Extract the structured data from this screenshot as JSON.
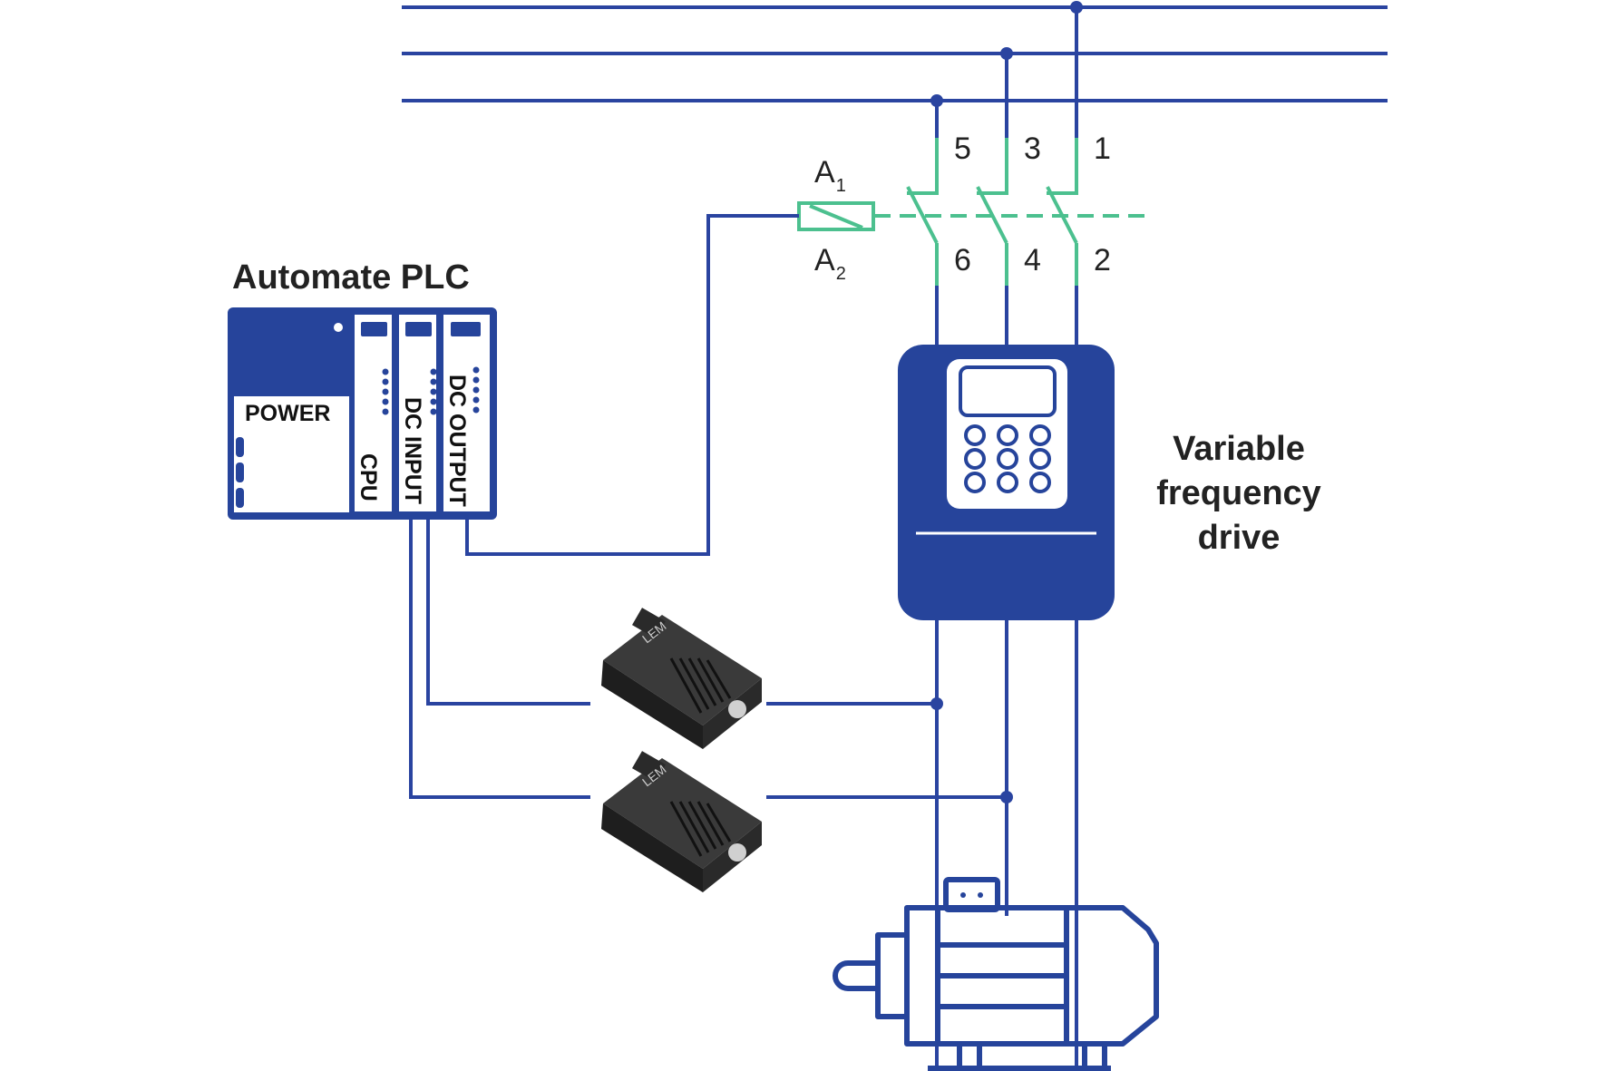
{
  "colors": {
    "wire": "#2a44a0",
    "device": "#26449b",
    "contactor": "#4cc08f",
    "text": "#222222",
    "sensor_body": "#2b2b2b"
  },
  "plc": {
    "title": "Automate PLC",
    "modules": {
      "power": "POWER",
      "cpu": "CPU",
      "dc_input": "DC INPUT",
      "dc_output": "DC OUTPUT"
    }
  },
  "coil": {
    "terminal_top": "A",
    "terminal_top_sub": "1",
    "terminal_bottom": "A",
    "terminal_bottom_sub": "2"
  },
  "contactor": {
    "terminals_top": [
      "5",
      "3",
      "1"
    ],
    "terminals_bottom": [
      "6",
      "4",
      "2"
    ]
  },
  "vfd": {
    "label_lines": [
      "Variable",
      "frequency",
      "drive"
    ]
  },
  "current_sensors": {
    "count": 2,
    "brand_marking": "LEM"
  },
  "motor": {
    "icon": "motor-icon"
  }
}
